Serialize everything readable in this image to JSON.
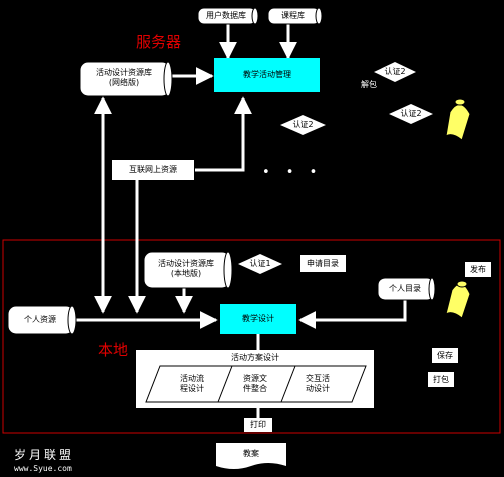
{
  "labels": {
    "server": "服务器",
    "local": "本地",
    "user_db": "用户数据库",
    "course_lib": "课程库",
    "activity_mgmt": "教学活动管理",
    "activity_lib_net_l1": "活动设计资源库",
    "activity_lib_net_l2": "(网络版)",
    "internet": "互联网上资源",
    "auth2_a": "认证2",
    "decrypt": "解包",
    "auth2_b": "认证2",
    "auth2_c": "认证2",
    "dots": "• • •",
    "activity_lib_local_l1": "活动设计资源库",
    "activity_lib_local_l2": "(本地版)",
    "auth1": "认证1",
    "apply_dir": "申请目录",
    "publish": "发布",
    "personal_dir": "个人目录",
    "personal_res": "个人资源",
    "teaching_design": "教学设计",
    "plan_design": "活动方案设计",
    "sub1_l1": "活动流",
    "sub1_l2": "程设计",
    "sub2_l1": "资源文",
    "sub2_l2": "件整合",
    "sub3_l1": "交互活",
    "sub3_l2": "动设计",
    "save": "保存",
    "pack": "打包",
    "print": "打印",
    "lesson_plan": "教案"
  },
  "branding": {
    "logo": "岁月联盟",
    "url": "www.Syue.com"
  },
  "colors": {
    "cyan": "#00ffff",
    "local_border": "#cc0000",
    "server_text": "#e00000",
    "parchment": "#ffff66"
  }
}
